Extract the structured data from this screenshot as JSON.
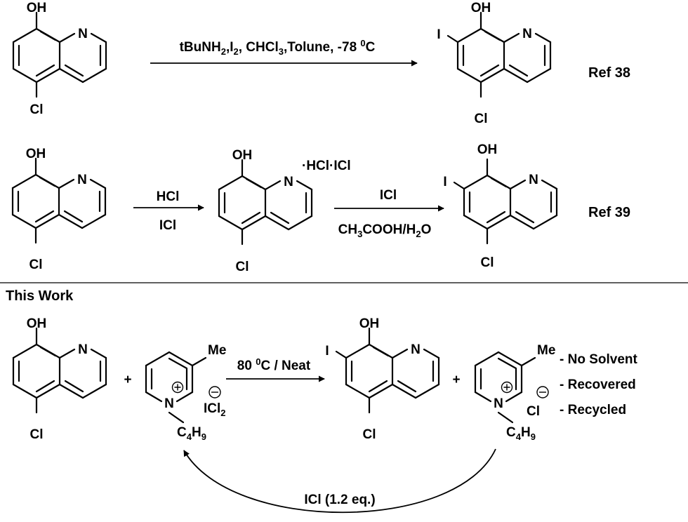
{
  "atoms": {
    "oh": "OH",
    "n": "N",
    "cl": "Cl",
    "i": "I",
    "me": "Me",
    "plus": "+",
    "minus": "−",
    "salt_hcl_icl": "·HCl·ICl",
    "il_anion": "ICl",
    "il_anion_sub": "2",
    "butyl_c": "C",
    "butyl_c_sub": "4",
    "butyl_h": "H",
    "butyl_h_sub": "9"
  },
  "reaction1": {
    "conditions_parts": [
      "tBuNH",
      "2",
      ",I",
      "2",
      ", CHCl",
      "3",
      ",Tolune, -78 ",
      "0",
      "C"
    ],
    "ref": "Ref 38"
  },
  "reaction2": {
    "step1_top": "HCl",
    "step1_bottom": "ICl",
    "step2_top": "ICl",
    "step2_bottom_parts": [
      "CH",
      "3",
      "COOH/H",
      "2",
      "O"
    ],
    "ref": "Ref 39"
  },
  "this_work": {
    "heading": "This Work",
    "plus_sign": "+",
    "conditions_parts": [
      "80 ",
      "0",
      "C / Neat"
    ],
    "notes": [
      "- No Solvent",
      "- Recovered",
      "- Recycled"
    ],
    "recycle_label": "ICl (1.2 eq.)"
  }
}
